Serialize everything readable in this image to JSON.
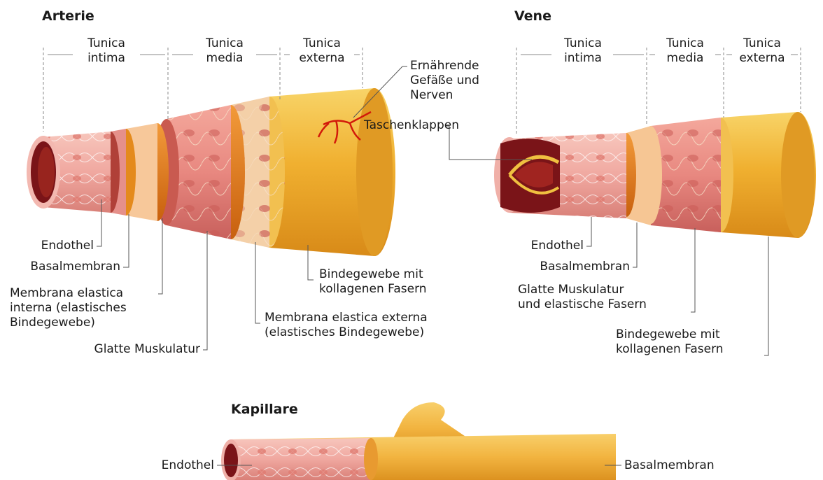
{
  "colors": {
    "tissue_pink": "#f0a8a0",
    "lumen_dark": "#7a1418",
    "muscle_red": "#e07870",
    "tunica_externa": "#f0b030",
    "orange_band": "#e47e1c",
    "vessel_red": "#d21a0a",
    "label_line": "#555555",
    "dashed_line": "#888888"
  },
  "arterie": {
    "title": "Arterie",
    "layers": [
      {
        "name_1": "Tunica",
        "name_2": "intima"
      },
      {
        "name_1": "Tunica",
        "name_2": "media"
      },
      {
        "name_1": "Tunica",
        "name_2": "externa"
      }
    ],
    "labels": {
      "vessels": [
        "Ernährende",
        "Gefäße und",
        "Nerven"
      ],
      "endothel": "Endothel",
      "basalmembran": "Basalmembran",
      "membrana_interna": [
        "Membrana elastica",
        "interna (elastisches",
        "Bindegewebe)"
      ],
      "glatte_muskulatur": "Glatte Muskulatur",
      "bindegewebe": [
        "Bindegewebe mit",
        "kollagenen Fasern"
      ],
      "membrana_externa": [
        "Membrana elastica externa",
        "(elastisches Bindegewebe)"
      ]
    }
  },
  "vene": {
    "title": "Vene",
    "layers": [
      {
        "name_1": "Tunica",
        "name_2": "intima"
      },
      {
        "name_1": "Tunica",
        "name_2": "media"
      },
      {
        "name_1": "Tunica",
        "name_2": "externa"
      }
    ],
    "labels": {
      "taschenklappen": "Taschenklappen",
      "endothel": "Endothel",
      "basalmembran": "Basalmembran",
      "glatte_muskulatur": [
        "Glatte Muskulatur",
        "und elastische Fasern"
      ],
      "bindegewebe": [
        "Bindegewebe mit",
        "kollagenen Fasern"
      ]
    }
  },
  "kapillare": {
    "title": "Kapillare",
    "labels": {
      "endothel": "Endothel",
      "basalmembran": "Basalmembran"
    }
  }
}
